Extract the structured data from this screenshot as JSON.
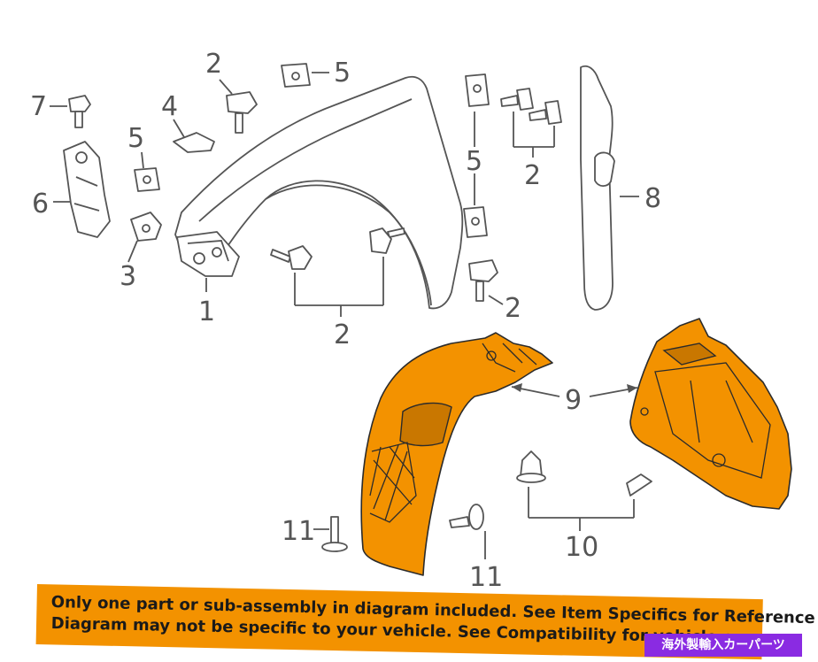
{
  "callouts": {
    "c7": "7",
    "c2a": "2",
    "c5a": "5",
    "c4": "4",
    "c5b": "5",
    "c6": "6",
    "c3": "3",
    "c1": "1",
    "c2b": "2",
    "c5c": "5",
    "c2c": "2",
    "c8": "8",
    "c2d": "2",
    "c9": "9",
    "c11a": "11",
    "c11b": "11",
    "c10": "10"
  },
  "disclaimer": {
    "line1": "Only one part or sub-assembly in diagram included. See Item Specifics for Reference #.",
    "line2": "Diagram may not be specific to your vehicle. See Compatibility for vehicle-spec"
  },
  "badge": "海外製輸入カーパーツ",
  "colors": {
    "highlight": "#f39200",
    "badge": "#8a2be2",
    "linework": "#555555"
  }
}
